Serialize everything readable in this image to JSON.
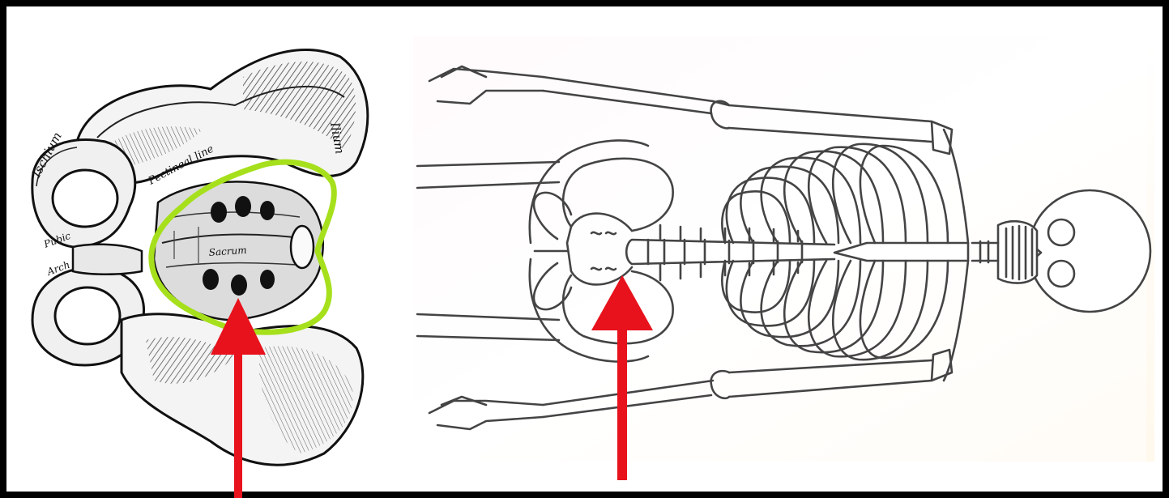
{
  "pelvis_labels": {
    "ilium": "Ilium",
    "ischium": "Ischium",
    "pectineal_line": "Pectineal line",
    "sacrum": "Sacrum",
    "pubic": "Pubic",
    "arch": "Arch"
  },
  "colors": {
    "border": "#000000",
    "sacrum_outline": "#a6e01c",
    "arrow": "#e8121c",
    "bone_fill": "#f2f2f2",
    "skeleton_line": "#444444"
  },
  "icons": {
    "left_arrow": "up-arrow-icon",
    "right_arrow": "up-arrow-icon"
  }
}
